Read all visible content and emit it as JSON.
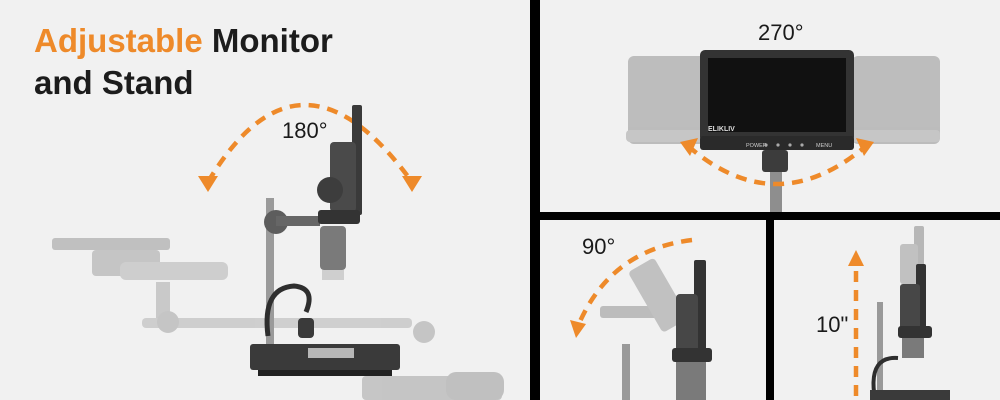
{
  "headline": {
    "accent": "Adjustable",
    "line1_rest": " Monitor",
    "line2": "and Stand"
  },
  "angles": {
    "rotate_main": "180°",
    "rotate_top": "270°",
    "tilt": "90°",
    "height": "10\""
  },
  "brand": {
    "logo_text": "ELIKLIV",
    "power_label": "POWER",
    "menu_label": "MENU"
  },
  "colors": {
    "accent": "#ee8a2a",
    "panel_bg": "#f1f1f1",
    "divider": "#000000"
  }
}
